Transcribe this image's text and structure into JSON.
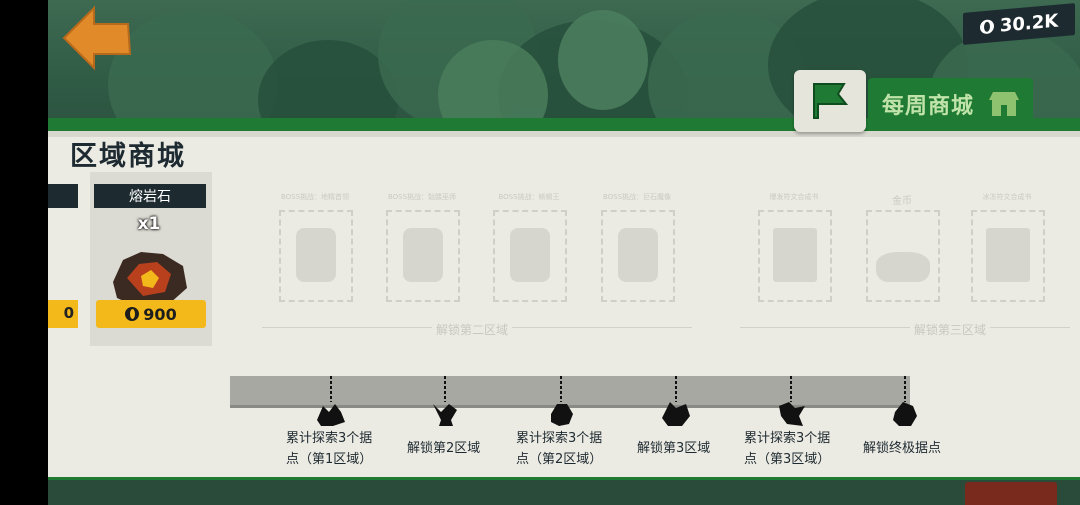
{
  "hud": {
    "currency": "30.2K"
  },
  "tabs": {
    "weekly_shop": "每周商城"
  },
  "shop": {
    "title": "区域商城",
    "prev_price_fragment": "0",
    "item": {
      "name": "熔岩石",
      "qty": "x1",
      "price": "900"
    },
    "locked_slots": [
      {
        "label": "BOSS挑战：地精首领"
      },
      {
        "label": "BOSS挑战：骷髅巫师"
      },
      {
        "label": "BOSS挑战：蜥蜴王"
      },
      {
        "label": "BOSS挑战：巨石魔像"
      },
      {
        "label": "爆发符文合成书"
      },
      {
        "label": "金币"
      },
      {
        "label": "冰冻符文合成书"
      }
    ],
    "unlock_region2": "解锁第二区域",
    "unlock_region3": "解锁第三区域"
  },
  "milestones": [
    {
      "line1": "累计探索3个据",
      "line2": "点（第1区域）"
    },
    {
      "line1": "解锁第2区域",
      "line2": ""
    },
    {
      "line1": "累计探索3个据",
      "line2": "点（第2区域）"
    },
    {
      "line1": "解锁第3区域",
      "line2": ""
    },
    {
      "line1": "累计探索3个据",
      "line2": "点（第3区域）"
    },
    {
      "line1": "解锁终极据点",
      "line2": ""
    }
  ],
  "colors": {
    "board_green": "#1f7a33",
    "price_yellow": "#f3b91b",
    "back_orange": "#e08a2a",
    "header_dark": "#1d2b31"
  }
}
